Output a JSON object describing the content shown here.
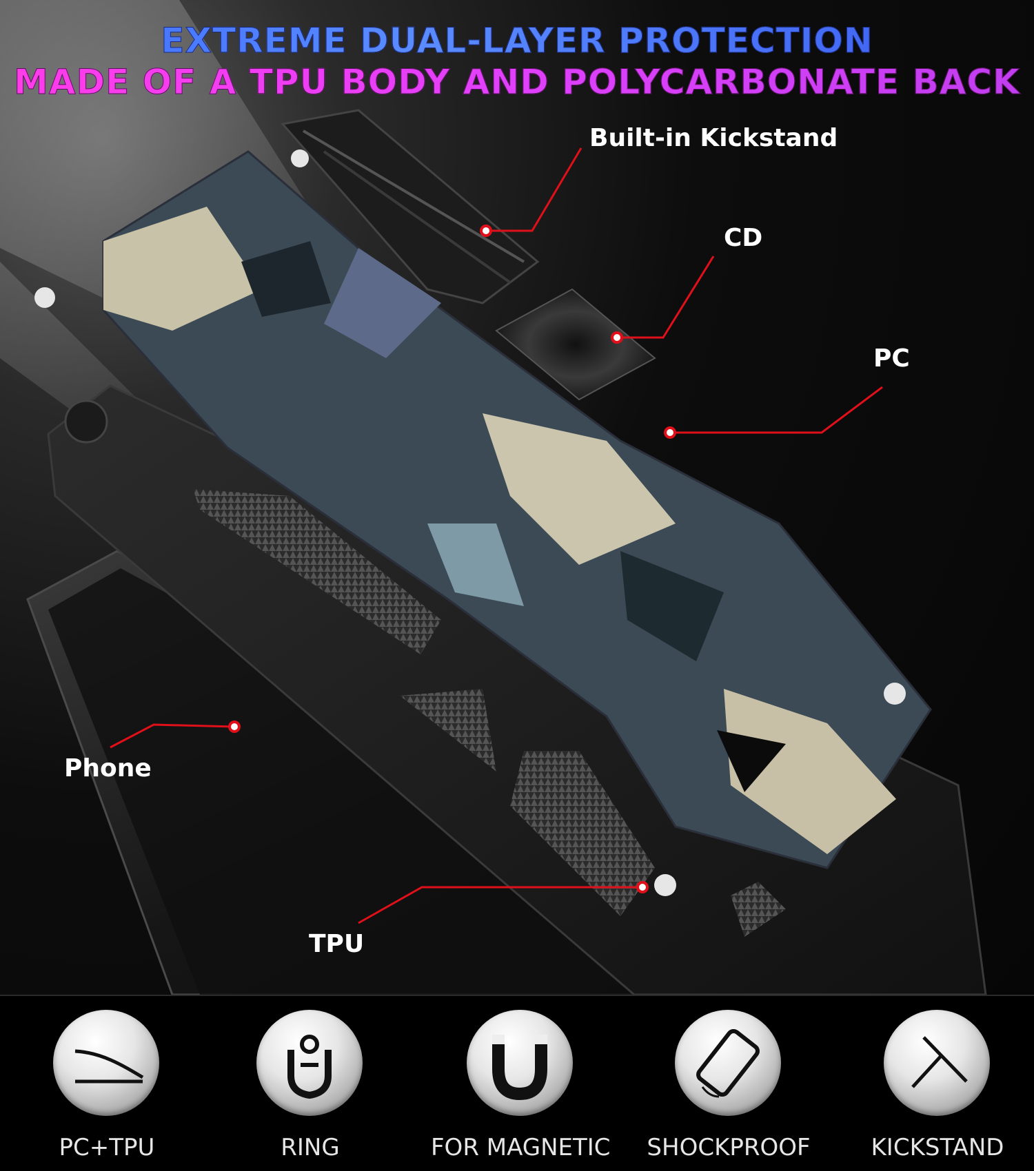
{
  "headline": {
    "line1": "EXTREME DUAL-LAYER PROTECTION",
    "line2": "MADE OF A TPU BODY AND POLYCARBONATE BACK"
  },
  "callouts": {
    "kickstand": "Built-in Kickstand",
    "cd": "CD",
    "pc": "PC",
    "phone": "Phone",
    "tpu": "TPU"
  },
  "features": [
    {
      "label": "PC+TPU",
      "icon": "layers-curve-icon"
    },
    {
      "label": "RING",
      "icon": "ring-icon"
    },
    {
      "label": "FOR MAGNETIC",
      "icon": "magnet-icon"
    },
    {
      "label": "SHOCKPROOF",
      "icon": "shockproof-phone-icon"
    },
    {
      "label": "KICKSTAND",
      "icon": "kickstand-icon"
    }
  ],
  "colors": {
    "callout_line": "#e0101a",
    "headline_blue": "#3d6bff",
    "headline_magenta": "#e040fb"
  }
}
